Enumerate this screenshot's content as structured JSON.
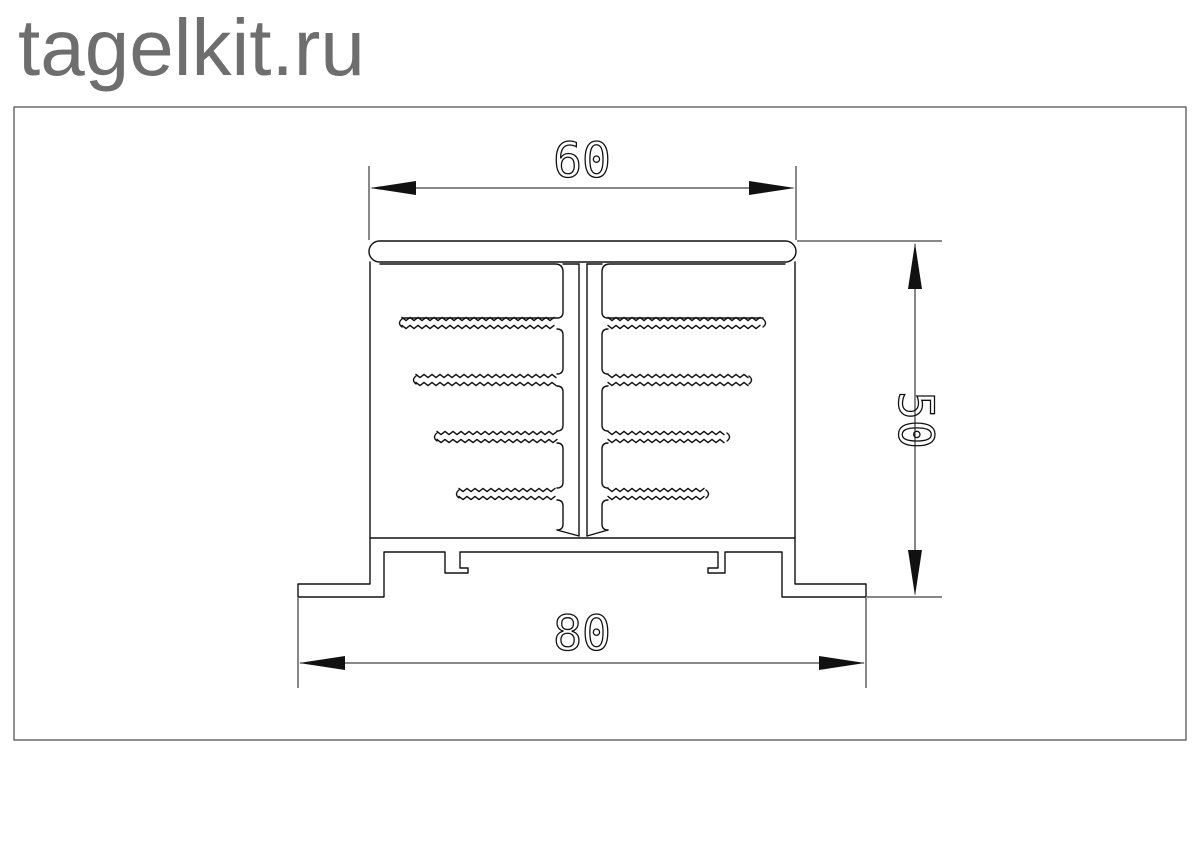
{
  "brand": {
    "text": "tagelkit.ru",
    "color": "#6e6e6e"
  },
  "dimensions": {
    "top_width": "60",
    "bottom_width": "80",
    "height": "50"
  },
  "profile": {
    "fins_per_side": 4
  }
}
